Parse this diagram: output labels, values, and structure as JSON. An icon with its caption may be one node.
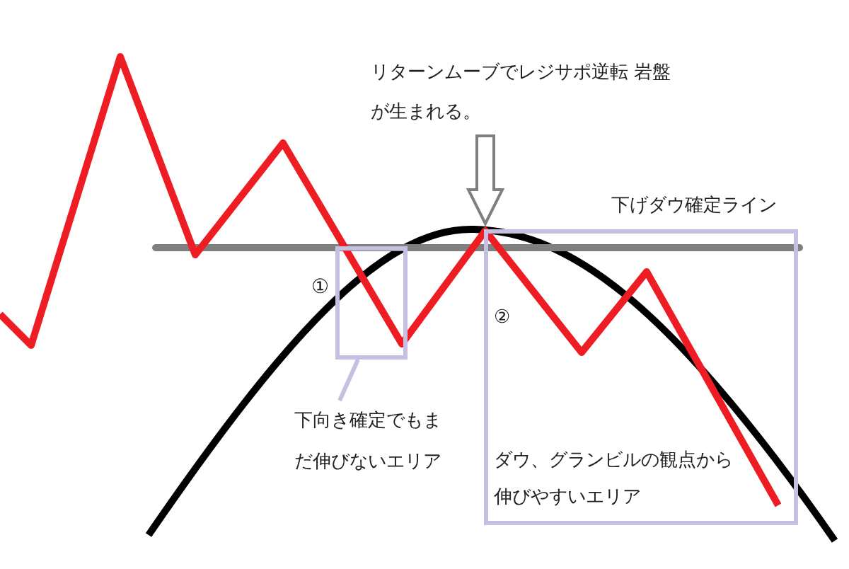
{
  "diagram": {
    "nodes": [
      {
        "text": [
          "リターンムーブでレジサポ逆転 岩盤が生まれる。"
        ]
      },
      {
        "text": [],
        "shape": "box",
        "beside": [
          "①"
        ]
      },
      {
        "text": [
          "下向き確定でもまだ伸びないエリア"
        ]
      },
      {
        "text": [
          "②",
          "ダウ、グランビルの観点から伸びやすいエリア"
        ]
      }
    ],
    "edges": [
      {
        "from": 0,
        "to": null,
        "arrow": "to"
      },
      {
        "from": 2,
        "to": 1,
        "arrow": "none"
      }
    ],
    "labels": [
      "下げダウ確定ライン"
    ]
  }
}
